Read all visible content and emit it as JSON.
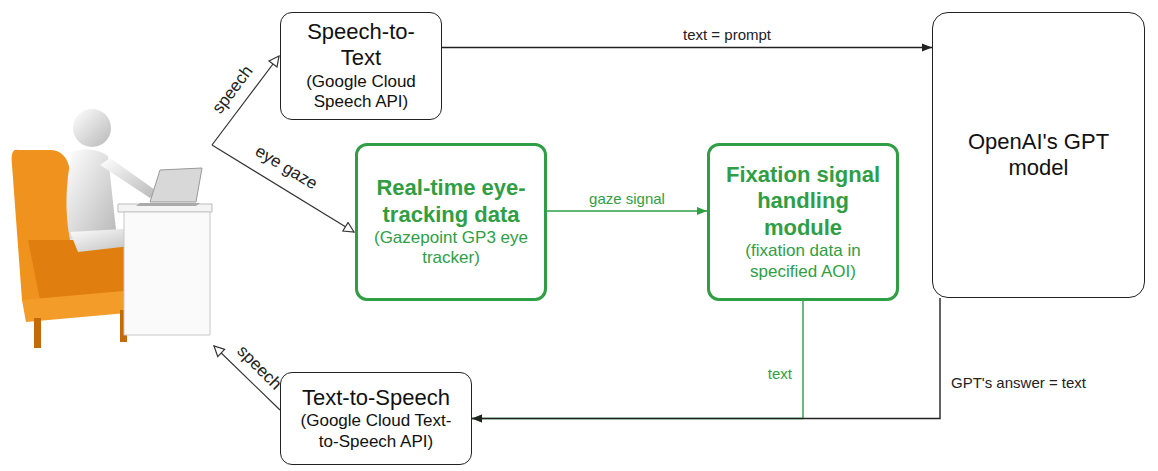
{
  "diagram": {
    "nodes": [
      {
        "text": [
          "Speech-to-Text",
          "(Google Cloud Speech API)"
        ]
      },
      {
        "text": [
          "Real-time eye-tracking data",
          "(Gazepoint GP3 eye tracker)"
        ]
      },
      {
        "text": [
          "Fixation signal handling module",
          "(fixation data in specified AOI)"
        ]
      },
      {
        "text": [
          "OpenAI's GPT model"
        ]
      },
      {
        "text": [
          "Text-to-Speech",
          "(Google Cloud Text-to-Speech API)"
        ]
      }
    ],
    "edges": [
      {
        "from": 0,
        "to": 3,
        "arrow": "to",
        "label": "text = prompt"
      },
      {
        "from": 1,
        "to": 2,
        "arrow": "to",
        "label": "gaze signal"
      },
      {
        "from": 2,
        "to": 4,
        "arrow": "to",
        "label": "text"
      },
      {
        "from": 3,
        "to": 4,
        "arrow": "to",
        "label": "GPT's answer = text"
      }
    ],
    "labels": [
      "speech",
      "eye gaze",
      "speech"
    ]
  }
}
